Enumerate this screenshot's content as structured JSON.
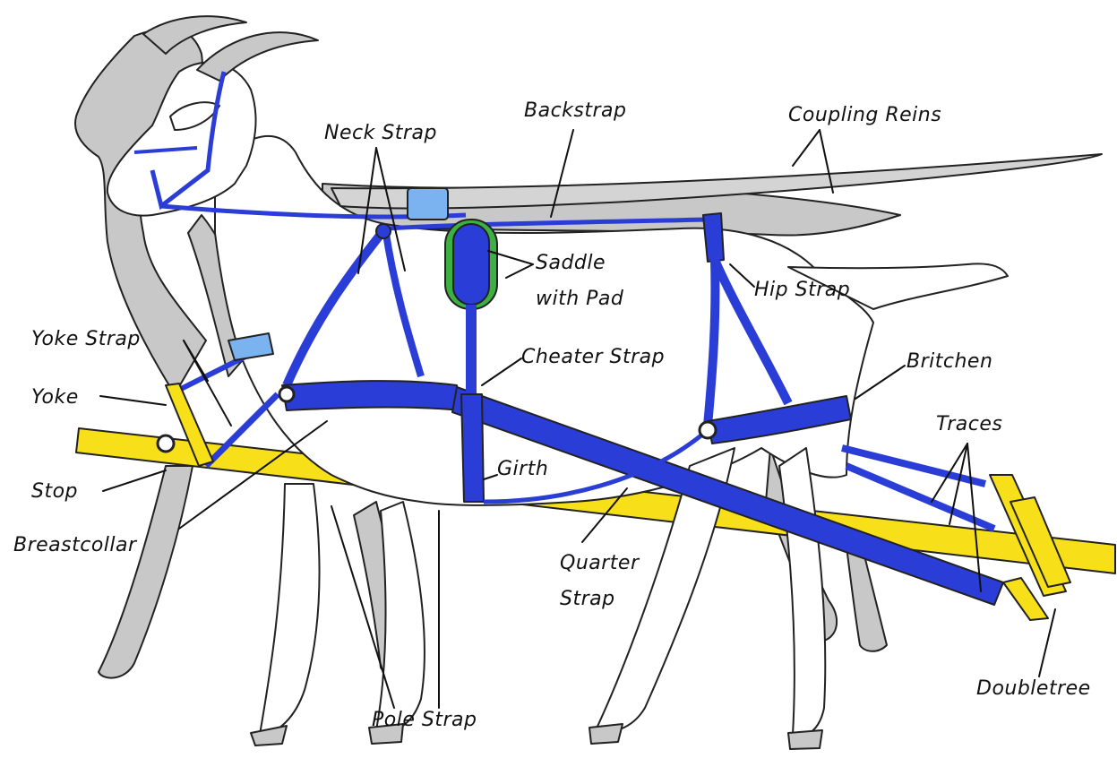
{
  "colors": {
    "harness": "#2a3dd6",
    "pole": "#f7e01a",
    "saddle_pad": "#3cb043",
    "back_goat": "#c8c8c8",
    "front_goat": "#ffffff",
    "saddle_block": "#7ab3f0"
  },
  "labels": {
    "backstrap": "Backstrap",
    "coupling_reins": "Coupling Reins",
    "neck_strap": "Neck Strap",
    "saddle_line1": "Saddle",
    "saddle_line2": "with Pad",
    "hip_strap": "Hip Strap",
    "yoke_strap": "Yoke Strap",
    "cheater_strap": "Cheater Strap",
    "britchen": "Britchen",
    "yoke": "Yoke",
    "traces": "Traces",
    "girth": "Girth",
    "stop": "Stop",
    "breastcollar": "Breastcollar",
    "quarter_line1": "Quarter",
    "quarter_line2": "Strap",
    "doubletree": "Doubletree",
    "pole_strap": "Pole Strap"
  }
}
